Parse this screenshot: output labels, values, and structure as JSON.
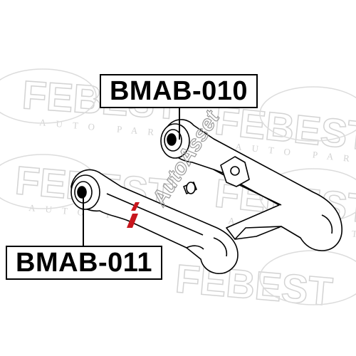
{
  "labels": {
    "upper_part_number": "BMAB-010",
    "lower_part_number": "BMAB-011"
  },
  "watermarks": {
    "brand": "FEBEST",
    "brand_tagline": "AUTO PARTS",
    "stamp": "AutoAsset"
  },
  "colors": {
    "line": "#000000",
    "watermark": "#d8d8d8",
    "stamp_red": "#c8161d",
    "background": "#ffffff"
  }
}
